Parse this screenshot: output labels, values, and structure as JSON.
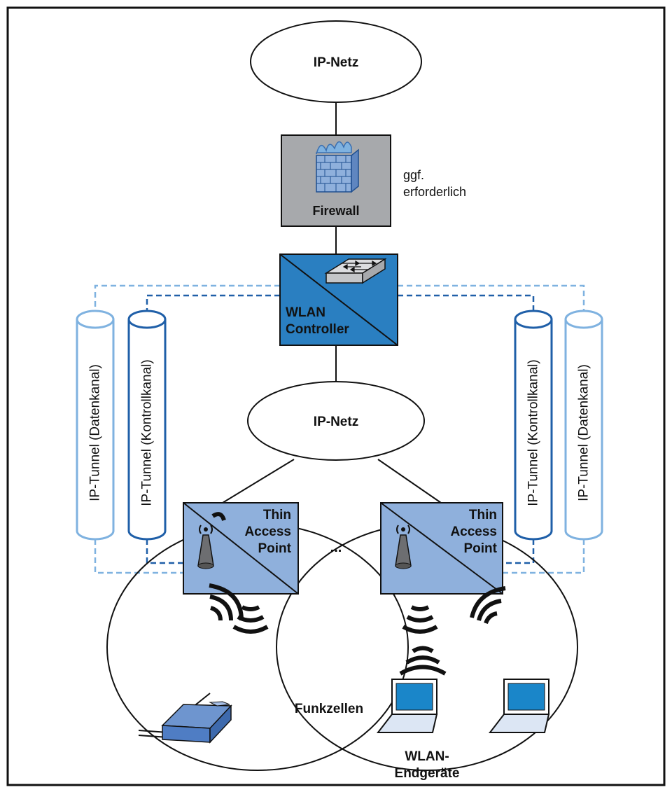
{
  "top_network": {
    "label": "IP-Netz"
  },
  "firewall": {
    "label": "Firewall",
    "note_line1": "ggf.",
    "note_line2": "erforderlich"
  },
  "controller": {
    "label_line1": "WLAN",
    "label_line2": "Controller"
  },
  "middle_network": {
    "label": "IP-Netz"
  },
  "tunnels": {
    "left_data": "IP-Tunnel (Datenkanal)",
    "left_control": "IP-Tunnel (Kontrollkanal)",
    "right_control": "IP-Tunnel (Kontrollkanal)",
    "right_data": "IP-Tunnel (Datenkanal)"
  },
  "access_points": {
    "left": {
      "line1": "Thin",
      "line2": "Access",
      "line3": "Point"
    },
    "right": {
      "line1": "Thin",
      "line2": "Access",
      "line3": "Point"
    },
    "ellipsis": "..."
  },
  "cells": {
    "label": "Funkzellen"
  },
  "devices": {
    "label_line1": "WLAN-",
    "label_line2": "Endgeräte"
  },
  "colors": {
    "firewall_fill": "#a7a9ac",
    "controller_fill": "#2a7fc1",
    "access_point_fill": "#8fb0dc",
    "data_channel": "#7fb2e0",
    "control_channel": "#1f5fa8",
    "device_blue": "#1a86c9"
  }
}
